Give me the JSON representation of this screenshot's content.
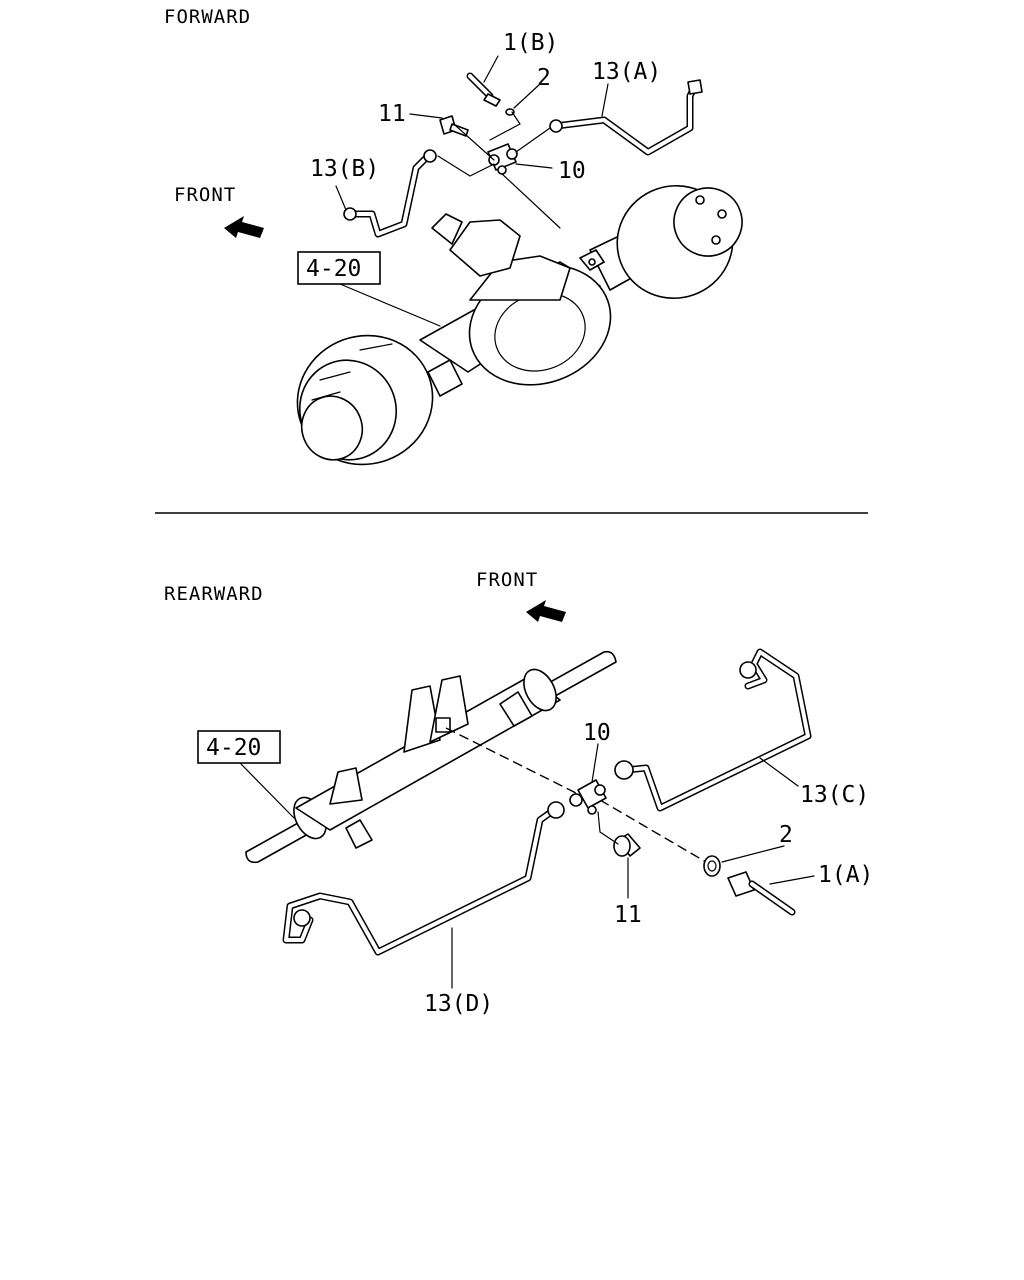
{
  "forward": {
    "title": "FORWARD",
    "front_label": "FRONT",
    "ref_box": "4-20",
    "callouts": {
      "p1": "1(B)",
      "p2": "2",
      "p13a": "13(A)",
      "p11": "11",
      "p13b": "13(B)",
      "p10": "10"
    }
  },
  "rearward": {
    "title": "REARWARD",
    "front_label": "FRONT",
    "ref_box": "4-20",
    "callouts": {
      "p10": "10",
      "p13c": "13(C)",
      "p2": "2",
      "p1": "1(A)",
      "p11": "11",
      "p13d": "13(D)"
    }
  }
}
